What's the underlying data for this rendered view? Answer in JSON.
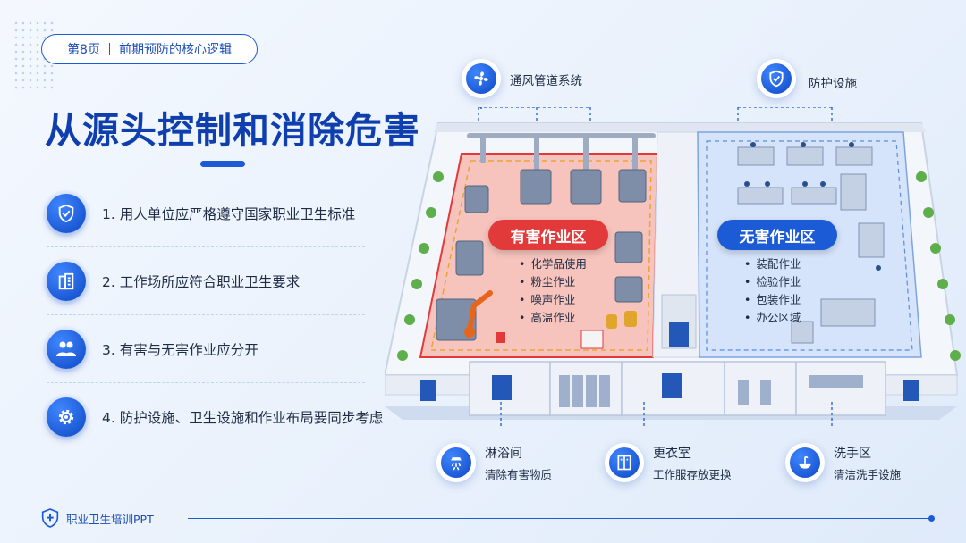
{
  "header": {
    "page_label": "第8页",
    "section_label": "前期预防的核心逻辑",
    "title": "从源头控制和消除危害"
  },
  "points": [
    {
      "icon": "shield-check-icon",
      "text": "1. 用人单位应严格遵守国家职业卫生标准"
    },
    {
      "icon": "building-icon",
      "text": "2. 工作场所应符合职业卫生要求"
    },
    {
      "icon": "people-icon",
      "text": "3. 有害与无害作业应分开"
    },
    {
      "icon": "gear-icon",
      "text": "4. 防护设施、卫生设施和作业布局要同步考虑"
    }
  ],
  "facility": {
    "callouts": [
      {
        "icon": "fan-icon",
        "label": "通风管道系统"
      },
      {
        "icon": "shield-check-icon",
        "label": "防护设施"
      }
    ],
    "hazard_zone": {
      "label": "有害作业区",
      "color": "#e23a3a",
      "items": [
        "化学品使用",
        "粉尘作业",
        "噪声作业",
        "高温作业"
      ]
    },
    "safe_zone": {
      "label": "无害作业区",
      "color": "#1c5bd6",
      "items": [
        "装配作业",
        "检验作业",
        "包装作业",
        "办公区域"
      ]
    },
    "amenities": [
      {
        "icon": "shower-icon",
        "title": "淋浴间",
        "subtitle": "清除有害物质"
      },
      {
        "icon": "locker-icon",
        "title": "更衣室",
        "subtitle": "工作服存放更换"
      },
      {
        "icon": "sink-icon",
        "title": "洗手区",
        "subtitle": "清洁洗手设施"
      }
    ]
  },
  "footer": {
    "text": "职业卫生培训PPT"
  },
  "colors": {
    "primary": "#1c5bd6",
    "title": "#0f3fae",
    "hazard": "#e23a3a"
  }
}
